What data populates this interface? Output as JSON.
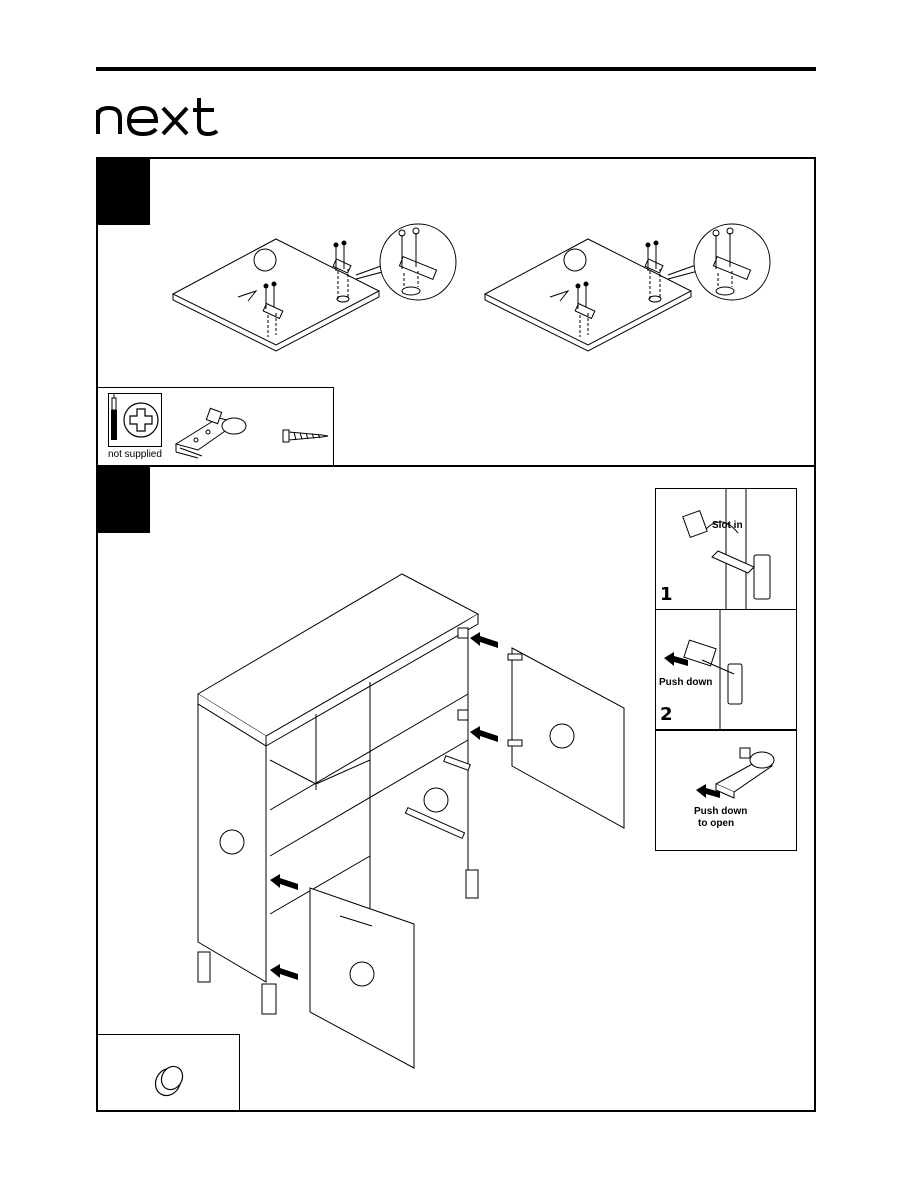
{
  "brand": {
    "logo_text": "next"
  },
  "step1": {
    "parts": {
      "tool_caption": "not supplied"
    }
  },
  "step2": {
    "insets": [
      {
        "number": "1",
        "label": "Slot in"
      },
      {
        "number": "2",
        "label": "Push down"
      },
      {
        "number": "",
        "label_line1": "Push down",
        "label_line2": "to open"
      }
    ]
  },
  "icons": [
    "screwdriver-icon",
    "phillips-head-icon",
    "hinge-icon",
    "screw-icon",
    "knob-icon",
    "push-arrow-icon"
  ]
}
